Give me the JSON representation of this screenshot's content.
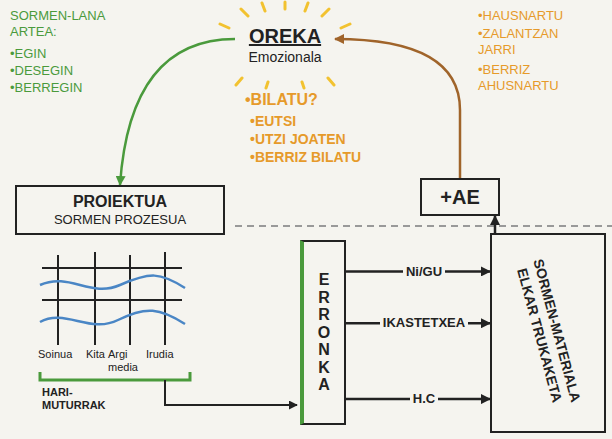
{
  "diagram": {
    "nodes": [
      {
        "text": [
          "OREKA",
          "Emozionala"
        ]
      },
      {
        "text": [
          "PROIEKTUA",
          "SORMEN PROZESUA"
        ]
      },
      {
        "text": [
          "+AE"
        ]
      },
      {
        "text": [
          "ERRONKA"
        ]
      },
      {
        "text": [
          "SORMEN-MATERIALA",
          "ELKAR TRUKAKETA"
        ]
      }
    ],
    "edges": [
      {
        "from": 0,
        "to": 1,
        "arrow": "to"
      },
      {
        "from": 2,
        "to": 0,
        "arrow": "to"
      },
      {
        "from": 4,
        "to": 2,
        "arrow": "to"
      },
      {
        "from": 3,
        "to": 4,
        "label": "Ni/GU",
        "arrow": "to"
      },
      {
        "from": 3,
        "to": 4,
        "label": "IKASTETXEA",
        "arrow": "to"
      },
      {
        "from": 3,
        "to": 4,
        "label": "H.C",
        "arrow": "to"
      }
    ],
    "labels": [
      "SORMEN-LANA ARTEA:",
      "•EGIN",
      "•DESEGIN",
      "•BERREGIN",
      "•BILATU?",
      "•EUTSI",
      "•UTZI JOATEN",
      "•BERRIZ BILATU",
      "•HAUSNARTU",
      "•ZALANTZAN JARRI",
      "•BERRIZ AHUSNARTU",
      "Soinua",
      "Kita",
      "Argi media",
      "Irudia",
      "HARI-MUTURRAK"
    ]
  }
}
